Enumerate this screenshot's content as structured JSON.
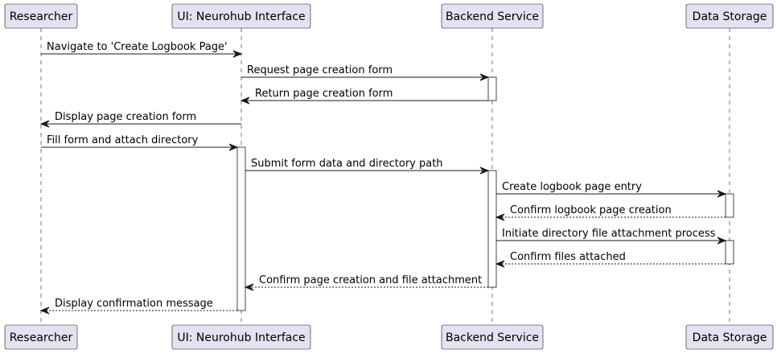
{
  "participants": [
    {
      "id": "researcher",
      "label": "Researcher"
    },
    {
      "id": "ui",
      "label": "UI: Neurohub Interface"
    },
    {
      "id": "backend",
      "label": "Backend Service"
    },
    {
      "id": "storage",
      "label": "Data Storage"
    }
  ],
  "messages": [
    {
      "from": "researcher",
      "to": "ui",
      "label": "Navigate to 'Create Logbook Page'",
      "style": "solid"
    },
    {
      "from": "ui",
      "to": "backend",
      "label": "Request page creation form",
      "style": "solid"
    },
    {
      "from": "backend",
      "to": "ui",
      "label": "Return page creation form",
      "style": "solid"
    },
    {
      "from": "ui",
      "to": "researcher",
      "label": "Display page creation form",
      "style": "solid"
    },
    {
      "from": "researcher",
      "to": "ui",
      "label": "Fill form and attach directory",
      "style": "solid"
    },
    {
      "from": "ui",
      "to": "backend",
      "label": "Submit form data and directory path",
      "style": "solid"
    },
    {
      "from": "backend",
      "to": "storage",
      "label": "Create logbook page entry",
      "style": "solid"
    },
    {
      "from": "storage",
      "to": "backend",
      "label": "Confirm logbook page creation",
      "style": "dashed"
    },
    {
      "from": "backend",
      "to": "storage",
      "label": "Initiate directory file attachment process",
      "style": "solid"
    },
    {
      "from": "storage",
      "to": "backend",
      "label": "Confirm files attached",
      "style": "dashed"
    },
    {
      "from": "backend",
      "to": "ui",
      "label": "Confirm page creation and file attachment",
      "style": "dashed"
    },
    {
      "from": "ui",
      "to": "researcher",
      "label": "Display confirmation message",
      "style": "dashed"
    }
  ],
  "activations": [
    {
      "participant": "backend",
      "from_message": 1,
      "to_message": 2
    },
    {
      "participant": "ui",
      "from_message": 4,
      "to_message": 11
    },
    {
      "participant": "backend",
      "from_message": 5,
      "to_message": 10
    },
    {
      "participant": "storage",
      "from_message": 6,
      "to_message": 7
    },
    {
      "participant": "storage",
      "from_message": 8,
      "to_message": 9
    }
  ],
  "colors": {
    "participant_fill": "#e2e2f0",
    "line": "#181818",
    "background": "#ffffff"
  }
}
